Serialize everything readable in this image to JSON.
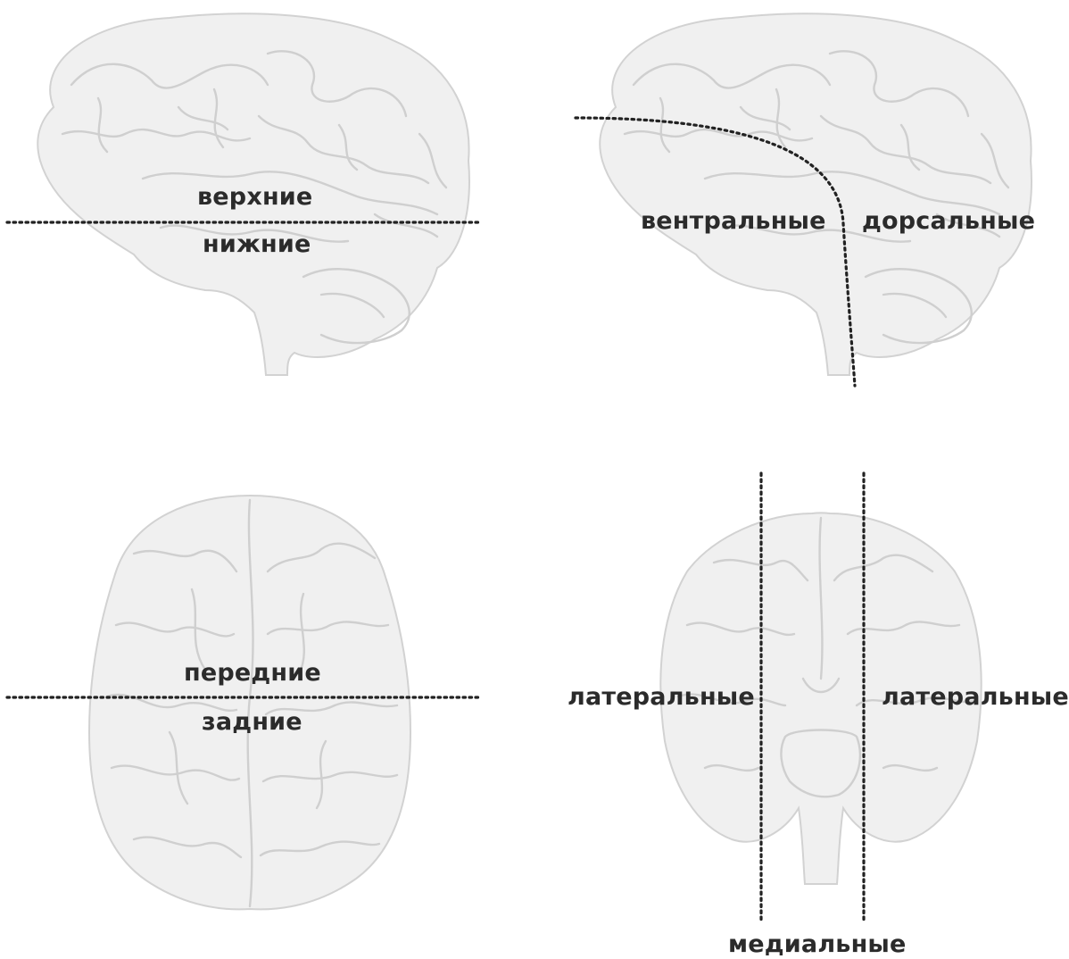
{
  "panels": {
    "lateral_view": {
      "upper_label": "верхние",
      "lower_label": "нижние"
    },
    "lateral_view_curved": {
      "ventral_label": "вентральные",
      "dorsal_label": "дорсальные"
    },
    "top_view": {
      "anterior_label": "передние",
      "posterior_label": "задние"
    },
    "front_view": {
      "left_label": "латеральные",
      "right_label": "латеральные",
      "medial_label": "медиальные"
    }
  },
  "colors": {
    "brain": "#f0f0f0",
    "brain_outline": "#d2d2d2",
    "cut_line": "#222222",
    "label": "#2b2b2b"
  }
}
